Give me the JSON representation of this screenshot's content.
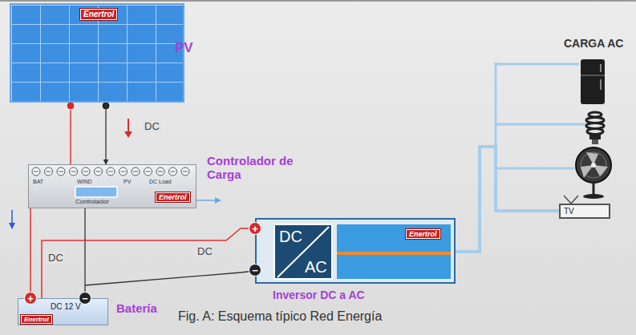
{
  "diagram": {
    "caption": "Fig. A: Esquema típico Red Energía",
    "nodes": [
      {
        "text": [
          "PV",
          "Enertrol"
        ]
      },
      {
        "text": [
          "Controlador de Carga",
          "BAT",
          "WIND",
          "PV",
          "DC Load",
          "Controlador",
          "Enertrol"
        ]
      },
      {
        "text": [
          "Batería",
          "DC 12 V",
          "Enertrol"
        ]
      },
      {
        "text": [
          "Inversor DC a AC",
          "DC",
          "AC",
          "Enertrol"
        ]
      },
      {
        "text": [
          "TV"
        ]
      }
    ],
    "edges": [
      {
        "from": 0,
        "to": 1,
        "arrow": "to",
        "label": "DC"
      },
      {
        "from": 1,
        "to": 2,
        "arrow": "to",
        "label": "DC"
      },
      {
        "from": 2,
        "to": 3,
        "arrow": "to",
        "label": "DC"
      },
      {
        "from": 3,
        "to": 4,
        "arrow": "none"
      }
    ],
    "labels": [
      "CARGA AC",
      "+",
      "−",
      "+",
      "−"
    ]
  }
}
